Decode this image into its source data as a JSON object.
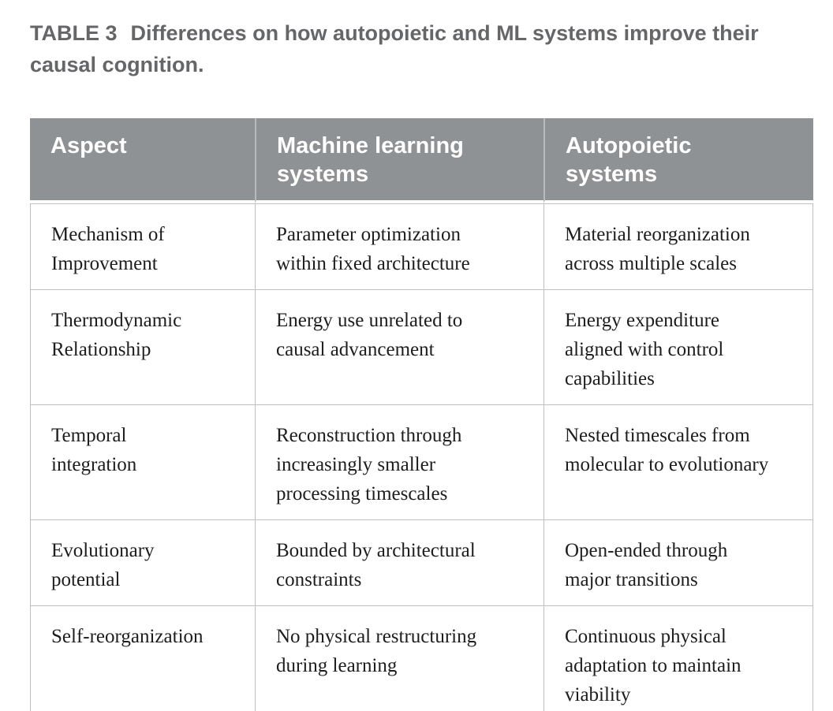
{
  "caption": {
    "label": "TABLE 3",
    "text": "Differences on how autopoietic and ML systems improve their\ncausal cognition."
  },
  "table": {
    "columns": [
      {
        "label": "Aspect"
      },
      {
        "label": "Machine learning\nsystems"
      },
      {
        "label": "Autopoietic\nsystems"
      }
    ],
    "rows": [
      {
        "aspect": "Mechanism of\nImprovement",
        "ml": "Parameter optimization\nwithin fixed architecture",
        "autopoietic": "Material reorganization\nacross multiple scales"
      },
      {
        "aspect": "Thermodynamic\nRelationship",
        "ml": "Energy use unrelated to\ncausal advancement",
        "autopoietic": "Energy expenditure\naligned with control\ncapabilities"
      },
      {
        "aspect": "Temporal\nintegration",
        "ml": "Reconstruction through\nincreasingly smaller\nprocessing timescales",
        "autopoietic": "Nested timescales from\nmolecular to evolutionary"
      },
      {
        "aspect": "Evolutionary\npotential",
        "ml": "Bounded by architectural\nconstraints",
        "autopoietic": "Open-ended through\nmajor transitions"
      },
      {
        "aspect": "Self-reorganization",
        "ml": "No physical restructuring\nduring learning",
        "autopoietic": "Continuous physical\nadaptation to maintain\nviability"
      }
    ]
  },
  "theme": {
    "page-bg": "#ffffff",
    "caption-text": "#656668",
    "header-bg": "#8f9295",
    "header-text": "#ffffff",
    "header-divider": "#b7b9ba",
    "body-border": "#bfc1c1",
    "outer-border": "#aeb1b0",
    "body-text": "#1d1d1e"
  }
}
